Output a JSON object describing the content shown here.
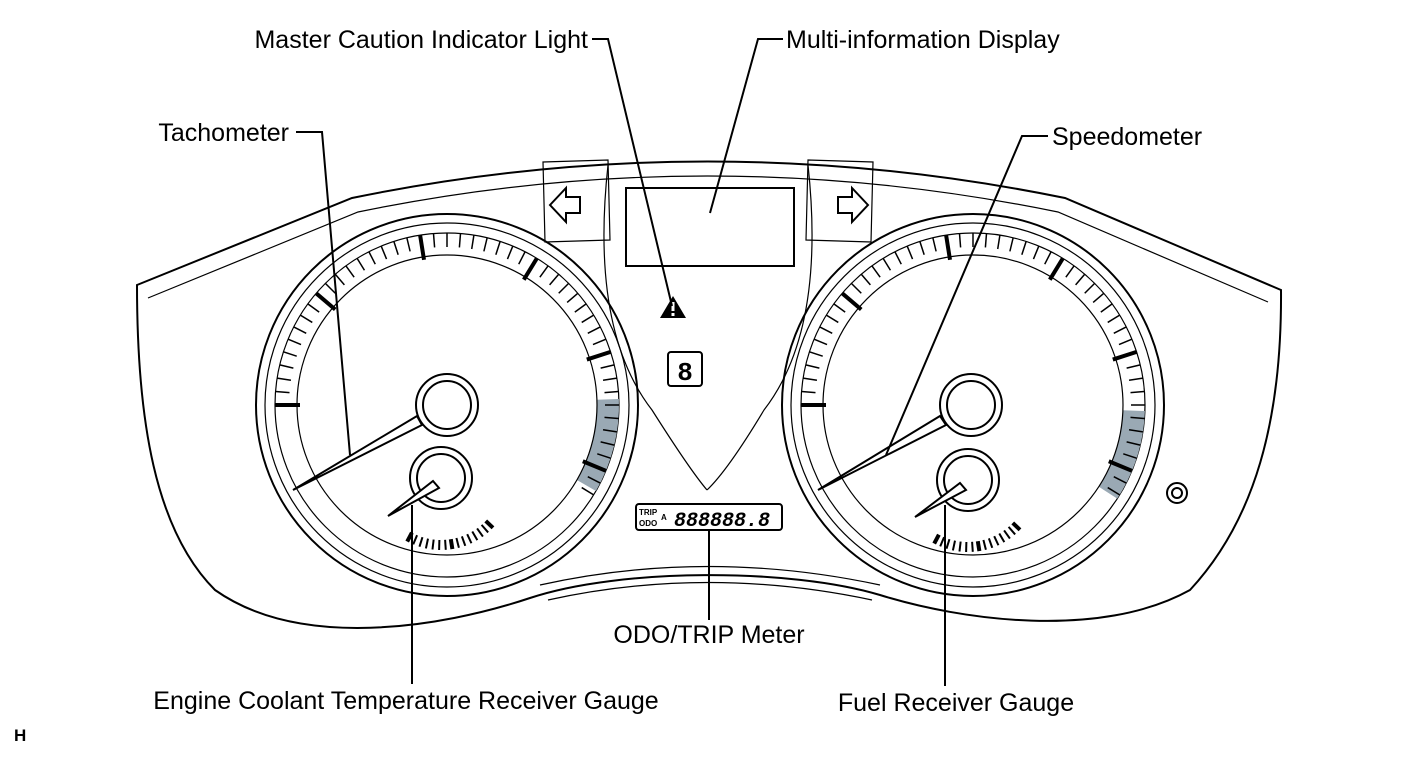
{
  "labels": {
    "master_caution": "Master Caution Indicator Light",
    "multi_info": "Multi-information Display",
    "tachometer": "Tachometer",
    "speedometer": "Speedometer",
    "odo_trip": "ODO/TRIP Meter",
    "coolant": "Engine Coolant Temperature Receiver Gauge",
    "fuel": "Fuel Receiver Gauge"
  },
  "corner_mark": "H",
  "displays": {
    "gear": "8",
    "odo_prefix_top": "TRIP",
    "odo_prefix_bottom": "ODO",
    "odo_ab": "A",
    "odo_digits": "888888.8"
  },
  "colors": {
    "line": "#000000",
    "redzone": "#9aa9b4",
    "background": "#ffffff"
  },
  "icons": [
    "turn-left-arrow-icon",
    "turn-right-arrow-icon",
    "master-caution-icon",
    "reset-knob-icon"
  ]
}
